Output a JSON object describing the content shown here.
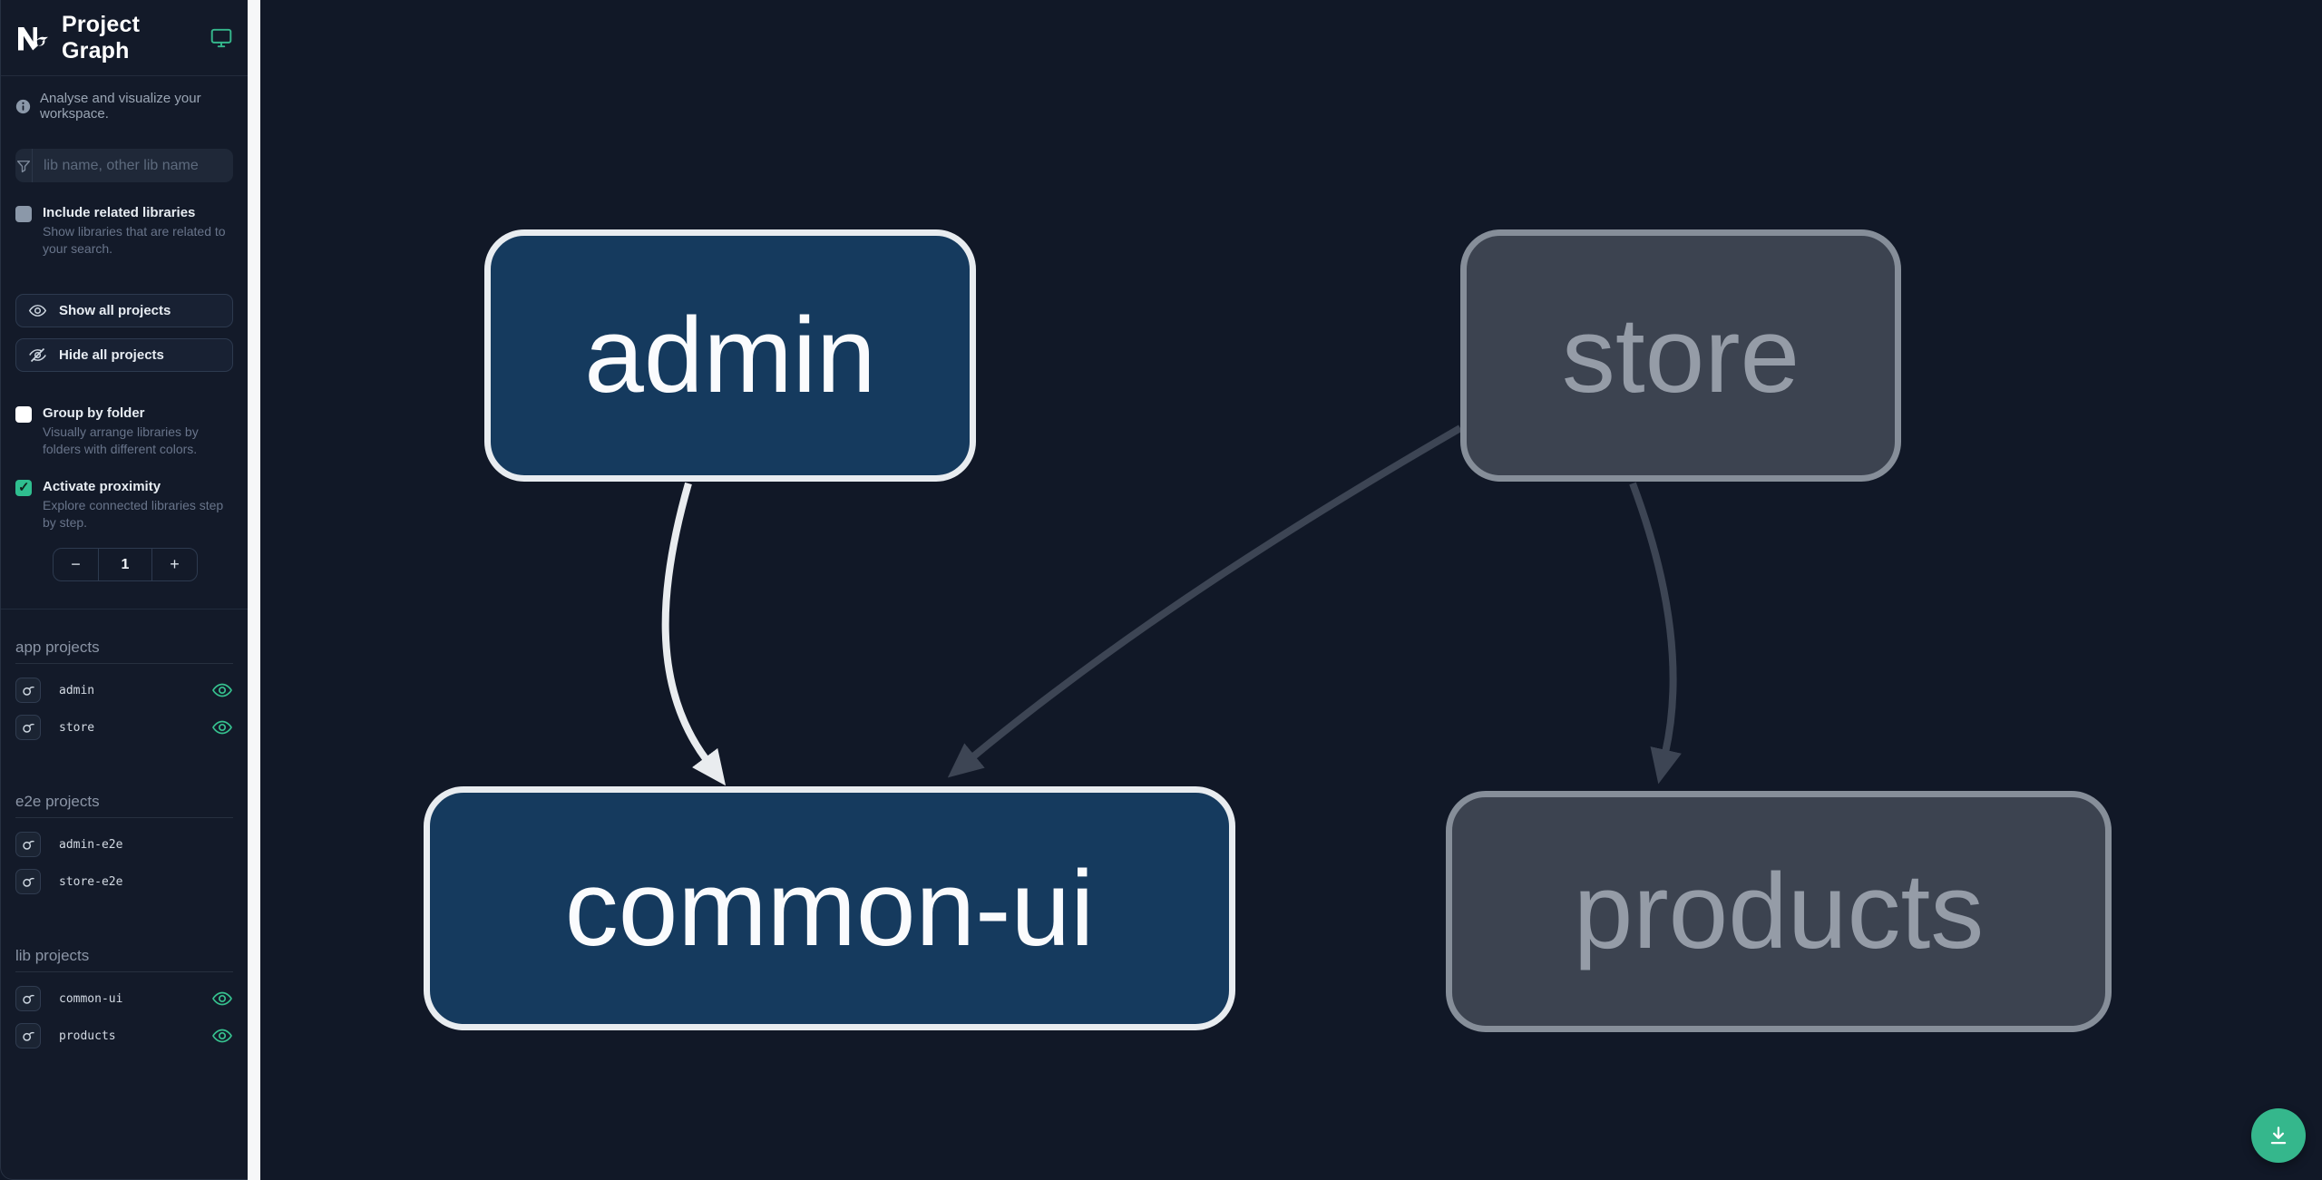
{
  "app": {
    "title": "Project Graph"
  },
  "sidebar": {
    "tagline": "Analyse and visualize your workspace.",
    "search": {
      "placeholder": "lib name, other lib name",
      "value": ""
    },
    "include_related": {
      "label": "Include related libraries",
      "description": "Show libraries that are related to your search.",
      "checked": false
    },
    "buttons": {
      "show_all": "Show all projects",
      "hide_all": "Hide all projects"
    },
    "group_by_folder": {
      "label": "Group by folder",
      "description": "Visually arrange libraries by folders with different colors.",
      "checked": false
    },
    "activate_proximity": {
      "label": "Activate proximity",
      "description": "Explore connected libraries step by step.",
      "checked": true
    },
    "proximity_stepper": {
      "decrement": "−",
      "value": "1",
      "increment": "+"
    },
    "sections": [
      {
        "title": "app projects",
        "items": [
          {
            "name": "admin",
            "visible": true
          },
          {
            "name": "store",
            "visible": true
          }
        ]
      },
      {
        "title": "e2e projects",
        "items": [
          {
            "name": "admin-e2e",
            "visible": false
          },
          {
            "name": "store-e2e",
            "visible": false
          }
        ]
      },
      {
        "title": "lib projects",
        "items": [
          {
            "name": "common-ui",
            "visible": true
          },
          {
            "name": "products",
            "visible": true
          }
        ]
      }
    ]
  },
  "graph": {
    "nodes": [
      {
        "id": "admin",
        "label": "admin",
        "state": "focused"
      },
      {
        "id": "store",
        "label": "store",
        "state": "faded"
      },
      {
        "id": "common-ui",
        "label": "common-ui",
        "state": "focused"
      },
      {
        "id": "products",
        "label": "products",
        "state": "faded"
      }
    ],
    "edges": [
      {
        "source": "admin",
        "target": "common-ui",
        "state": "focused"
      },
      {
        "source": "store",
        "target": "common-ui",
        "state": "faded"
      },
      {
        "source": "store",
        "target": "products",
        "state": "faded"
      }
    ]
  },
  "colors": {
    "accent_green": "#35b78c",
    "checkbox_green": "#2fbe8f",
    "eye_green": "#36c08e",
    "node_focused_fill": "#153a5e",
    "node_focused_border": "#e8ecf0",
    "node_faded_fill": "#3c4350",
    "node_faded_border": "#868e99",
    "edge_focused": "#e9ecef",
    "edge_faded": "#3d4554",
    "canvas_bg": "#111827",
    "sidebar_bg": "#131a29"
  }
}
